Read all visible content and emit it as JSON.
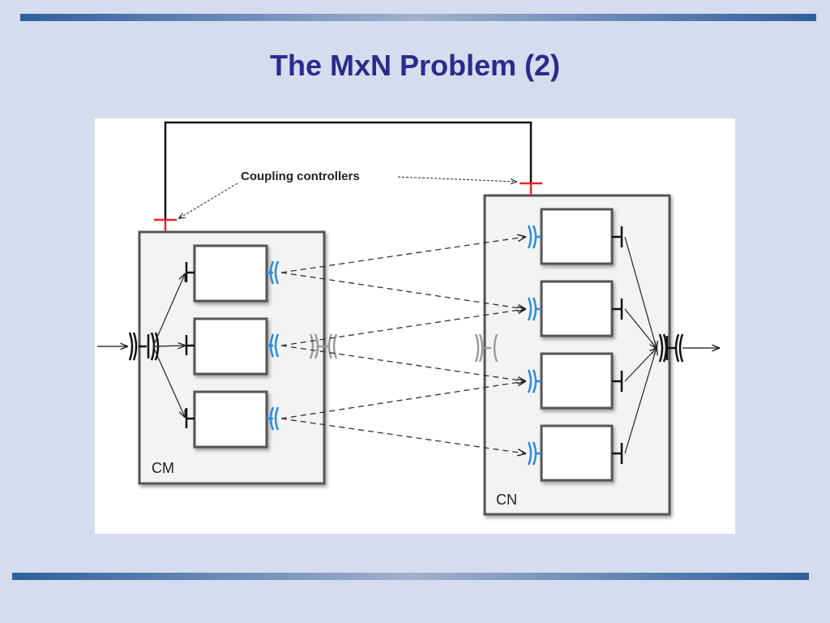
{
  "slide": {
    "title": "The MxN Problem (2)"
  },
  "diagram": {
    "annotation": "Coupling controllers",
    "left_component": {
      "label": "CM",
      "process_count": 3
    },
    "right_component": {
      "label": "CN",
      "process_count": 4
    },
    "colors": {
      "controller": "#e8262a",
      "port_provides": "#2a8be0",
      "port_faded": "#9a9a9a",
      "line": "#222222",
      "box_fill": "#f3f3f3",
      "inner_box_fill": "#ffffff"
    }
  }
}
